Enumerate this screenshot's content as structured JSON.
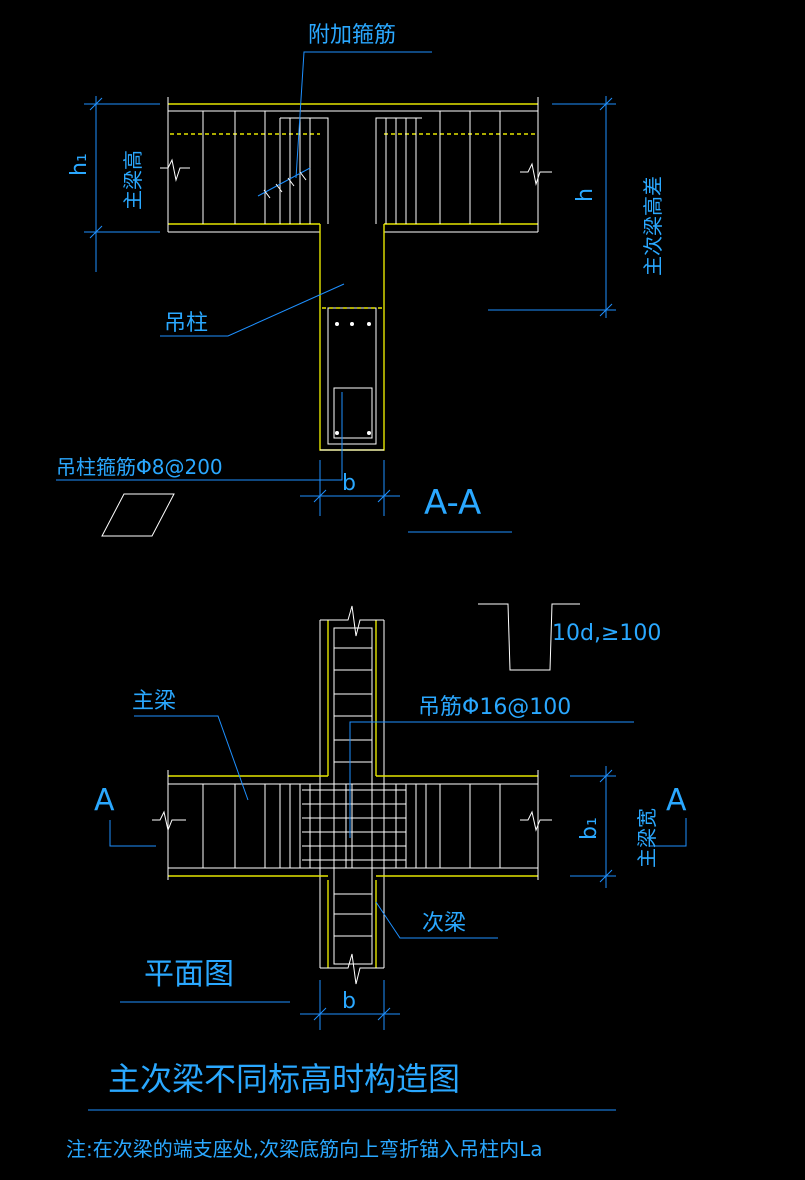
{
  "labels": {
    "additional_stirrup": "附加箍筋",
    "main_beam_height": "主梁高",
    "h1": "h₁",
    "h": "h",
    "height_diff": "主次梁高差",
    "hanging_column": "吊柱",
    "column_stirrup": "吊柱箍筋Φ8@200",
    "b_top": "b",
    "section_title": "A-A",
    "hook_note": "10d,≥100",
    "hanger_bar": "吊筋Φ16@100",
    "main_beam": "主梁",
    "section_mark_left": "A",
    "section_mark_right": "A",
    "b1": "b₁",
    "main_beam_width": "主梁宽",
    "secondary_beam": "次梁",
    "plan_view": "平面图",
    "b_bottom": "b",
    "drawing_title": "主次梁不同标高时构造图",
    "note": "注:在次梁的端支座处,次梁底筋向上弯折锚入吊柱内La"
  },
  "colors": {
    "background": "#000000",
    "text": "#2aa8ff",
    "beam_outline": "#e6e600",
    "rebar": "#ffffff",
    "dimension": "#1e90ff"
  }
}
